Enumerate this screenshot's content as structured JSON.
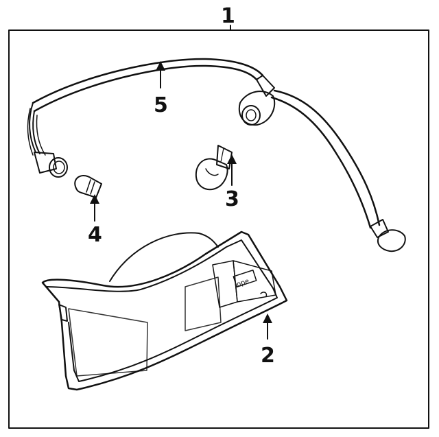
{
  "diagram": {
    "callouts": [
      {
        "id": "c1",
        "label": "1"
      },
      {
        "id": "c2",
        "label": "2"
      },
      {
        "id": "c3",
        "label": "3"
      },
      {
        "id": "c4",
        "label": "4"
      },
      {
        "id": "c5",
        "label": "5"
      }
    ],
    "lens_text": "ope",
    "colors": {
      "ink": "#111111",
      "background": "#ffffff"
    }
  }
}
